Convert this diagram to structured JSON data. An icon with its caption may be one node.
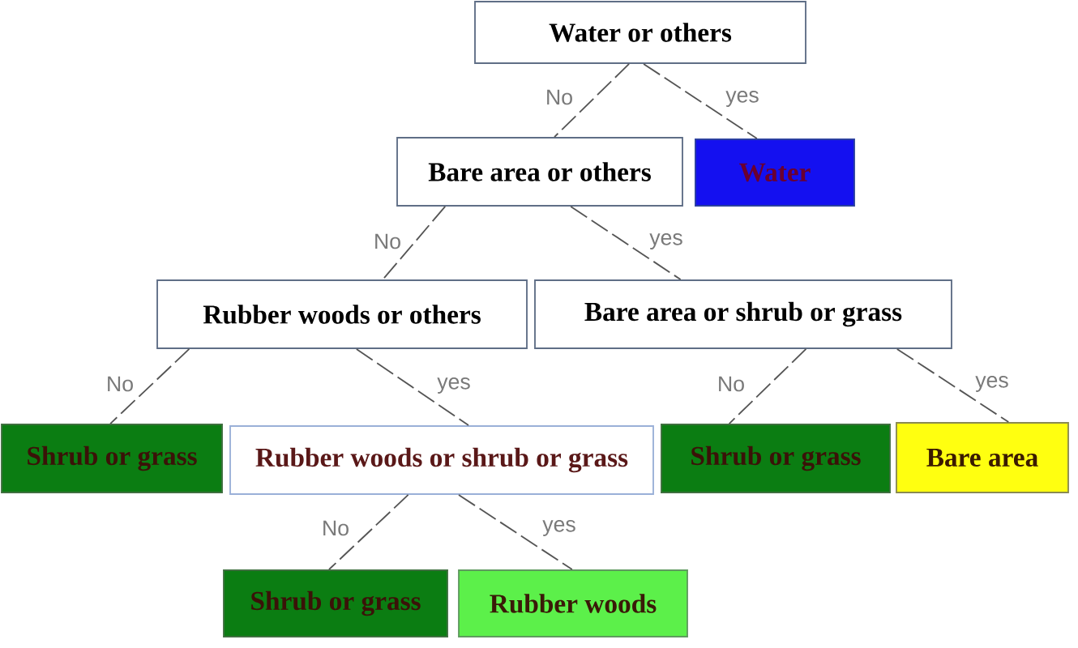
{
  "diagram": {
    "nodes": [
      {
        "text": [
          "Water or others"
        ]
      },
      {
        "text": [
          "Bare area or others"
        ]
      },
      {
        "text": [
          "Water"
        ]
      },
      {
        "text": [
          "Rubber woods or others"
        ]
      },
      {
        "text": [
          "Bare area or shrub or grass"
        ]
      },
      {
        "text": [
          "Shrub or grass"
        ]
      },
      {
        "text": [
          "Rubber woods or shrub or grass"
        ]
      },
      {
        "text": [
          "Shrub or grass"
        ]
      },
      {
        "text": [
          "Bare area"
        ]
      },
      {
        "text": [
          "Shrub or grass"
        ]
      },
      {
        "text": [
          "Rubber woods"
        ]
      }
    ],
    "edges": [
      {
        "from": 0,
        "to": 1,
        "arrow": "none",
        "label": "No",
        "style": "dashed"
      },
      {
        "from": 0,
        "to": 2,
        "arrow": "none",
        "label": "yes",
        "style": "dashed"
      },
      {
        "from": 1,
        "to": 3,
        "arrow": "none",
        "label": "No",
        "style": "dashed"
      },
      {
        "from": 1,
        "to": 4,
        "arrow": "none",
        "label": "yes",
        "style": "dashed"
      },
      {
        "from": 3,
        "to": 5,
        "arrow": "none",
        "label": "No",
        "style": "dashed"
      },
      {
        "from": 3,
        "to": 6,
        "arrow": "none",
        "label": "yes",
        "style": "dashed"
      },
      {
        "from": 4,
        "to": 7,
        "arrow": "none",
        "label": "No",
        "style": "dashed"
      },
      {
        "from": 4,
        "to": 8,
        "arrow": "none",
        "label": "yes",
        "style": "dashed"
      },
      {
        "from": 6,
        "to": 9,
        "arrow": "none",
        "label": "No",
        "style": "dashed"
      },
      {
        "from": 6,
        "to": 10,
        "arrow": "none",
        "label": "yes",
        "style": "dashed"
      }
    ]
  }
}
